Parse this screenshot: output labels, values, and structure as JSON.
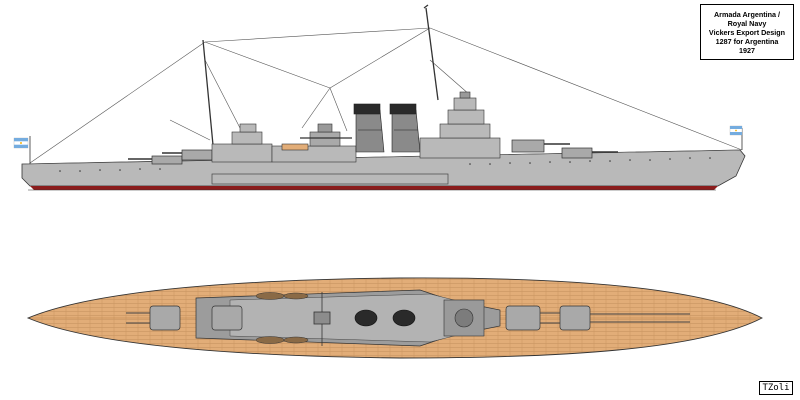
{
  "title_block": {
    "lines": [
      "Armada Argentina /",
      "Royal Navy",
      "Vickers Export Design",
      "1287 for Argentina",
      "1927"
    ]
  },
  "signature": "TZoli",
  "colors": {
    "hull_grey": "#b9b9b9",
    "boot_topping": "#8b1c1c",
    "deck_wood": "#e2ad78",
    "deck_line": "#b07840",
    "funnel_dark": "#2a2a2a",
    "flag_blue": "#74acdf"
  },
  "icons": {
    "flag_stern": "argentine-flag-icon",
    "flag_bow": "argentine-flag-icon"
  }
}
